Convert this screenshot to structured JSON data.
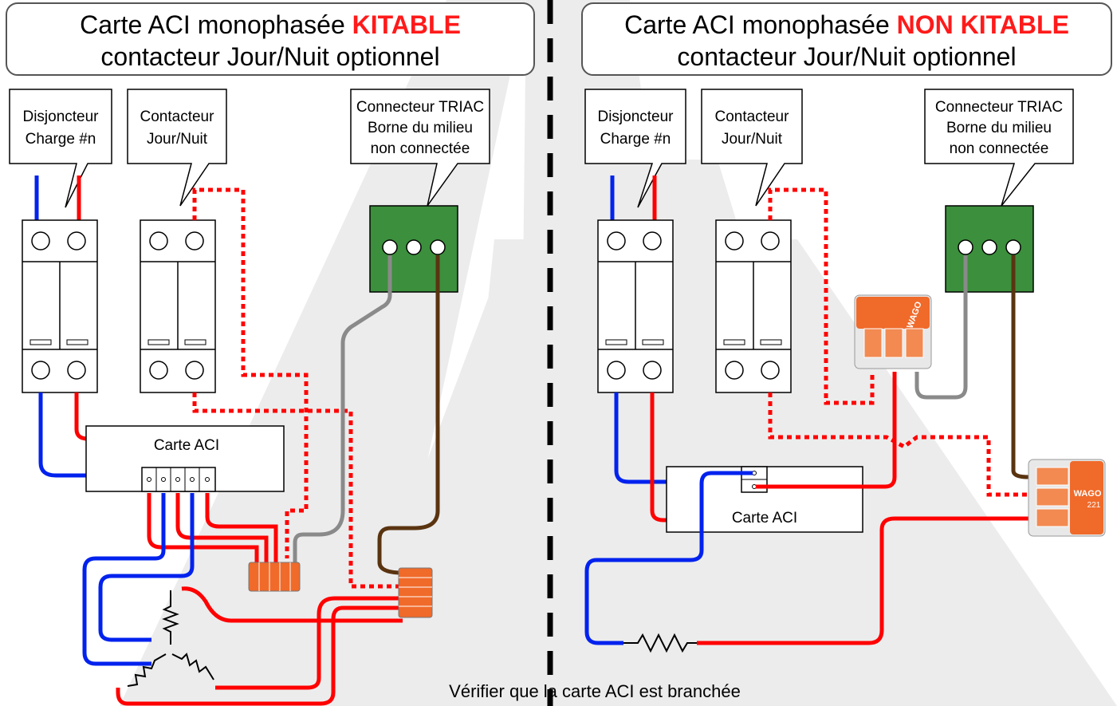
{
  "left_panel": {
    "title_prefix": "Carte ACI monophasée ",
    "title_highlight": "KITABLE",
    "title_line2": "contacteur Jour/Nuit optionnel",
    "callout_breaker_l1": "Disjoncteur",
    "callout_breaker_l2": "Charge #n",
    "callout_contactor_l1": "Contacteur",
    "callout_contactor_l2": "Jour/Nuit",
    "callout_triac_l1": "Connecteur TRIAC",
    "callout_triac_l2": "Borne du milieu",
    "callout_triac_l3": "non connectée",
    "card_label": "Carte ACI"
  },
  "right_panel": {
    "title_prefix": "Carte ACI monophasée ",
    "title_highlight": "NON KITABLE",
    "title_line2": "contacteur Jour/Nuit optionnel",
    "callout_breaker_l1": "Disjoncteur",
    "callout_breaker_l2": "Charge #n",
    "callout_contactor_l1": "Contacteur",
    "callout_contactor_l2": "Jour/Nuit",
    "callout_triac_l1": "Connecteur TRIAC",
    "callout_triac_l2": "Borne du milieu",
    "callout_triac_l3": "non connectée",
    "card_label": "Carte ACI",
    "wago_label": "WAGO",
    "wago_model": "221"
  },
  "footer_note": "Vérifier que la carte ACI est branchée",
  "colors": {
    "live_wire": "#ff0000",
    "neutral_wire": "#0022ee",
    "triac_wire_grey": "#8a8a8a",
    "triac_wire_brown": "#5a3410",
    "triac_block": "#3c8f3c",
    "wago_orange": "#f06a2a",
    "title_highlight": "#ff1a1a"
  }
}
